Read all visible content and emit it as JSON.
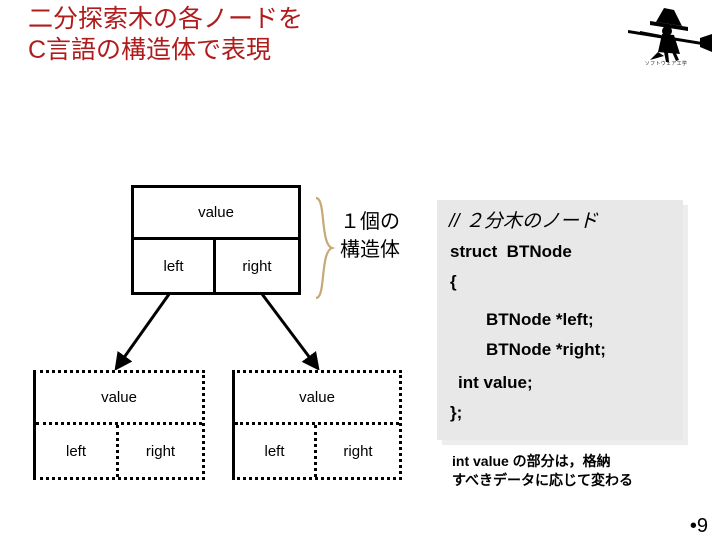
{
  "slide": {
    "title": "二分探索木の各ノードを\nC言語の構造体で表現",
    "title_color": "#b01c1c",
    "page_number": "•9",
    "background": "#ffffff"
  },
  "logo": {
    "name": "witch-on-broom-logo",
    "caption": "ソフトウェア工学"
  },
  "tree": {
    "parent": {
      "name": "parent-node",
      "value_label": "value",
      "left_label": "left",
      "right_label": "right",
      "border_style": "solid"
    },
    "child_left": {
      "name": "left-child-node",
      "value_label": "value",
      "left_label": "left",
      "right_label": "right",
      "border_style": "dotted"
    },
    "child_right": {
      "name": "right-child-node",
      "value_label": "value",
      "left_label": "left",
      "right_label": "right",
      "border_style": "dotted"
    },
    "brace_color": "#c8a878",
    "struct_label": "１個の\n構造体"
  },
  "code_panel": {
    "background": "#e8e8e8",
    "comment": "// ２分木のノード",
    "struct_decl": "struct  BTNode",
    "brace_open": "{",
    "member_left": "BTNode *left;",
    "member_right": "BTNode *right;",
    "member_value": "int value;",
    "brace_close": "};"
  },
  "caption": {
    "text": "int value の部分は，格納\nすべきデータに応じて変わる"
  }
}
